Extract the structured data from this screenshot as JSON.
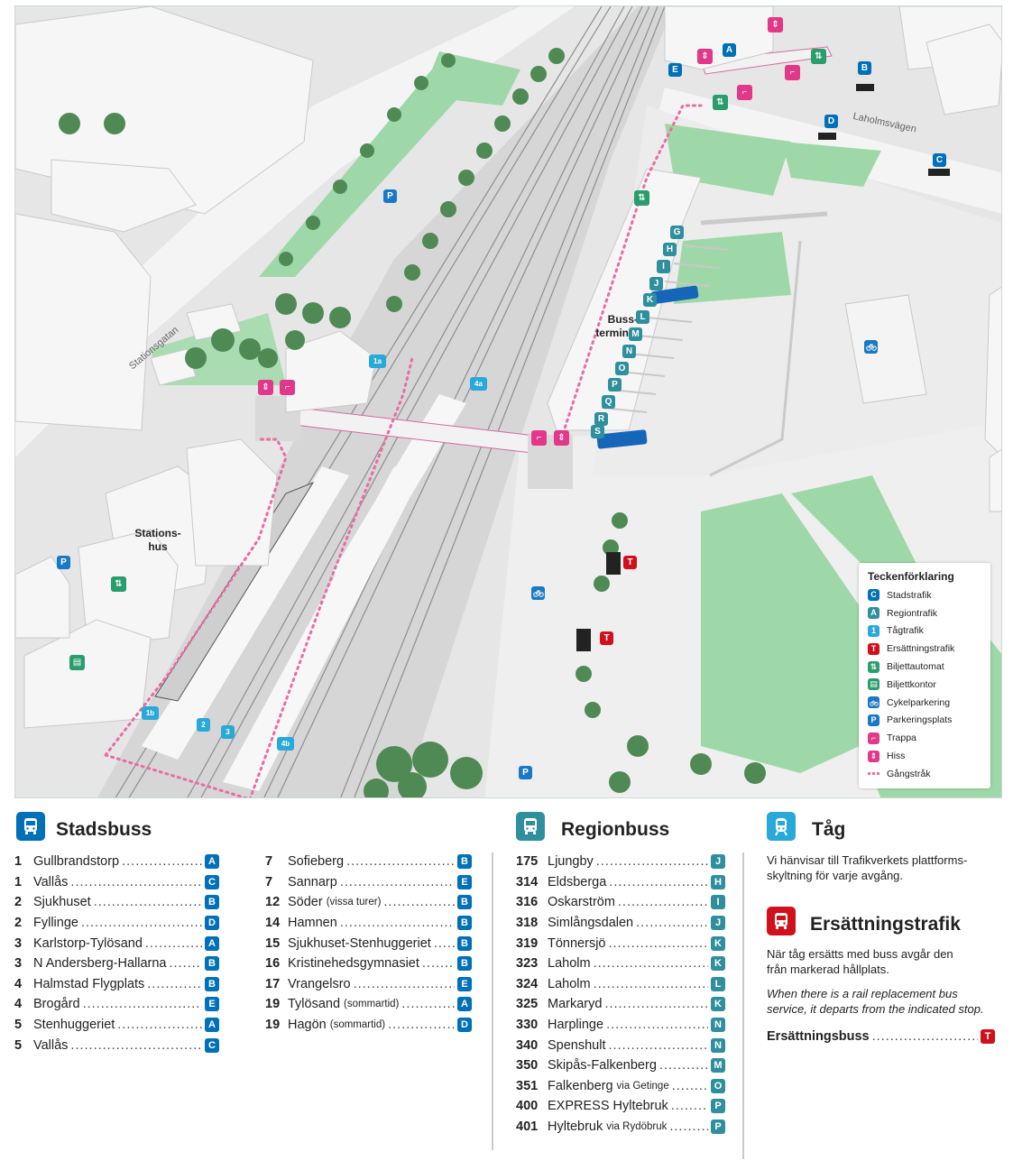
{
  "colors": {
    "stadstrafik": "#0070b8",
    "regiontrafik": "#2f8f9d",
    "tagtrafik": "#29a9d9",
    "ersattning": "#d0101b",
    "biljett": "#2a9d6d",
    "trappa_hiss": "#e2388a",
    "gangstrak": "#e96ca3"
  },
  "map": {
    "place_labels": {
      "bussterminal": "Buss-\nterminal",
      "stationshus": "Stations-\nhus"
    },
    "streets": {
      "stationsgatan": "Stationsgatan",
      "laholmsvagen": "Laholmsvägen"
    },
    "regional_stops": [
      "G",
      "H",
      "I",
      "J",
      "K",
      "L",
      "M",
      "N",
      "O",
      "P",
      "Q",
      "R",
      "S"
    ],
    "platform_labels": [
      "1a",
      "1b",
      "2",
      "3",
      "4a",
      "4b"
    ],
    "stop_letters": {
      "a": "A",
      "b": "B",
      "c": "C",
      "d": "D",
      "e": "E",
      "t": "T",
      "p": "P"
    },
    "legend": {
      "title": "Teckenförklaring",
      "items": [
        {
          "glyph": "C",
          "label": "Stadstrafik"
        },
        {
          "glyph": "A",
          "label": "Regiontrafik"
        },
        {
          "glyph": "1",
          "label": "Tågtrafik"
        },
        {
          "glyph": "T",
          "label": "Ersättningstrafik"
        },
        {
          "glyph": "",
          "label": "Biljettautomat"
        },
        {
          "glyph": "",
          "label": "Biljettkontor"
        },
        {
          "glyph": "",
          "label": "Cykelparkering"
        },
        {
          "glyph": "P",
          "label": "Parkeringsplats"
        },
        {
          "glyph": "",
          "label": "Trappa"
        },
        {
          "glyph": "",
          "label": "Hiss"
        },
        {
          "glyph": "",
          "label": "Gångstråk"
        }
      ]
    }
  },
  "stadsbuss": {
    "title": "Stadsbuss",
    "col1": [
      {
        "num": "1",
        "name": "Gullbrandstorp",
        "suffix": "",
        "stop": "A"
      },
      {
        "num": "1",
        "name": "Vallås",
        "suffix": "",
        "stop": "C"
      },
      {
        "num": "2",
        "name": "Sjukhuset",
        "suffix": "",
        "stop": "B"
      },
      {
        "num": "2",
        "name": "Fyllinge",
        "suffix": "",
        "stop": "D"
      },
      {
        "num": "3",
        "name": "Karlstorp-Tylösand",
        "suffix": "",
        "stop": "A"
      },
      {
        "num": "3",
        "name": "N Andersberg-Hallarna",
        "suffix": "",
        "stop": "B"
      },
      {
        "num": "4",
        "name": "Halmstad Flygplats",
        "suffix": "",
        "stop": "B"
      },
      {
        "num": "4",
        "name": "Brogård",
        "suffix": "",
        "stop": "E"
      },
      {
        "num": "5",
        "name": "Stenhuggeriet",
        "suffix": "",
        "stop": "A"
      },
      {
        "num": "5",
        "name": "Vallås",
        "suffix": "",
        "stop": "C"
      }
    ],
    "col2": [
      {
        "num": "7",
        "name": "Sofieberg",
        "suffix": "",
        "stop": "B"
      },
      {
        "num": "7",
        "name": "Sannarp",
        "suffix": "",
        "stop": "E"
      },
      {
        "num": "12",
        "name": "Söder",
        "suffix": "(vissa turer)",
        "stop": "B"
      },
      {
        "num": "14",
        "name": "Hamnen",
        "suffix": "",
        "stop": "B"
      },
      {
        "num": "15",
        "name": "Sjukhuset-Stenhuggeriet",
        "suffix": "",
        "stop": "B"
      },
      {
        "num": "16",
        "name": "Kristinehedsgymnasiet",
        "suffix": "",
        "stop": "B"
      },
      {
        "num": "17",
        "name": "Vrangelsro",
        "suffix": "",
        "stop": "E"
      },
      {
        "num": "19",
        "name": "Tylösand",
        "suffix": "(sommartid)",
        "stop": "A"
      },
      {
        "num": "19",
        "name": "Hagön",
        "suffix": "(sommartid)",
        "stop": "D"
      }
    ]
  },
  "regionbuss": {
    "title": "Regionbuss",
    "rows": [
      {
        "num": "175",
        "name": "Ljungby",
        "suffix": "",
        "stop": "J"
      },
      {
        "num": "314",
        "name": "Eldsberga",
        "suffix": "",
        "stop": "H"
      },
      {
        "num": "316",
        "name": "Oskarström",
        "suffix": "",
        "stop": "I"
      },
      {
        "num": "318",
        "name": "Simlångsdalen",
        "suffix": "",
        "stop": "J"
      },
      {
        "num": "319",
        "name": "Tönnersjö",
        "suffix": "",
        "stop": "K"
      },
      {
        "num": "323",
        "name": "Laholm",
        "suffix": "",
        "stop": "K"
      },
      {
        "num": "324",
        "name": "Laholm",
        "suffix": "",
        "stop": "L"
      },
      {
        "num": "325",
        "name": "Markaryd",
        "suffix": "",
        "stop": "K"
      },
      {
        "num": "330",
        "name": "Harplinge",
        "suffix": "",
        "stop": "N"
      },
      {
        "num": "340",
        "name": "Spenshult",
        "suffix": "",
        "stop": "N"
      },
      {
        "num": "350",
        "name": "Skipås-Falkenberg",
        "suffix": "",
        "stop": "M"
      },
      {
        "num": "351",
        "name": "Falkenberg",
        "suffix": "via Getinge",
        "stop": "O"
      },
      {
        "num": "400",
        "name": "EXPRESS  Hyltebruk",
        "suffix": "",
        "stop": "P"
      },
      {
        "num": "401",
        "name": "Hyltebruk",
        "suffix": "via Rydöbruk",
        "stop": "P"
      }
    ]
  },
  "tag": {
    "title": "Tåg",
    "text": "Vi hänvisar till Trafikverkets plattforms-\nskyltning för varje avgång."
  },
  "ersattning": {
    "title": "Ersättningstrafik",
    "text": "När tåg ersätts med buss avgår den\nfrån markerad hållplats.",
    "text_en": "When there is a rail replacement bus\nservice, it departs from the indicated stop.",
    "row": {
      "name": "Ersättningsbuss",
      "stop": "T"
    }
  }
}
